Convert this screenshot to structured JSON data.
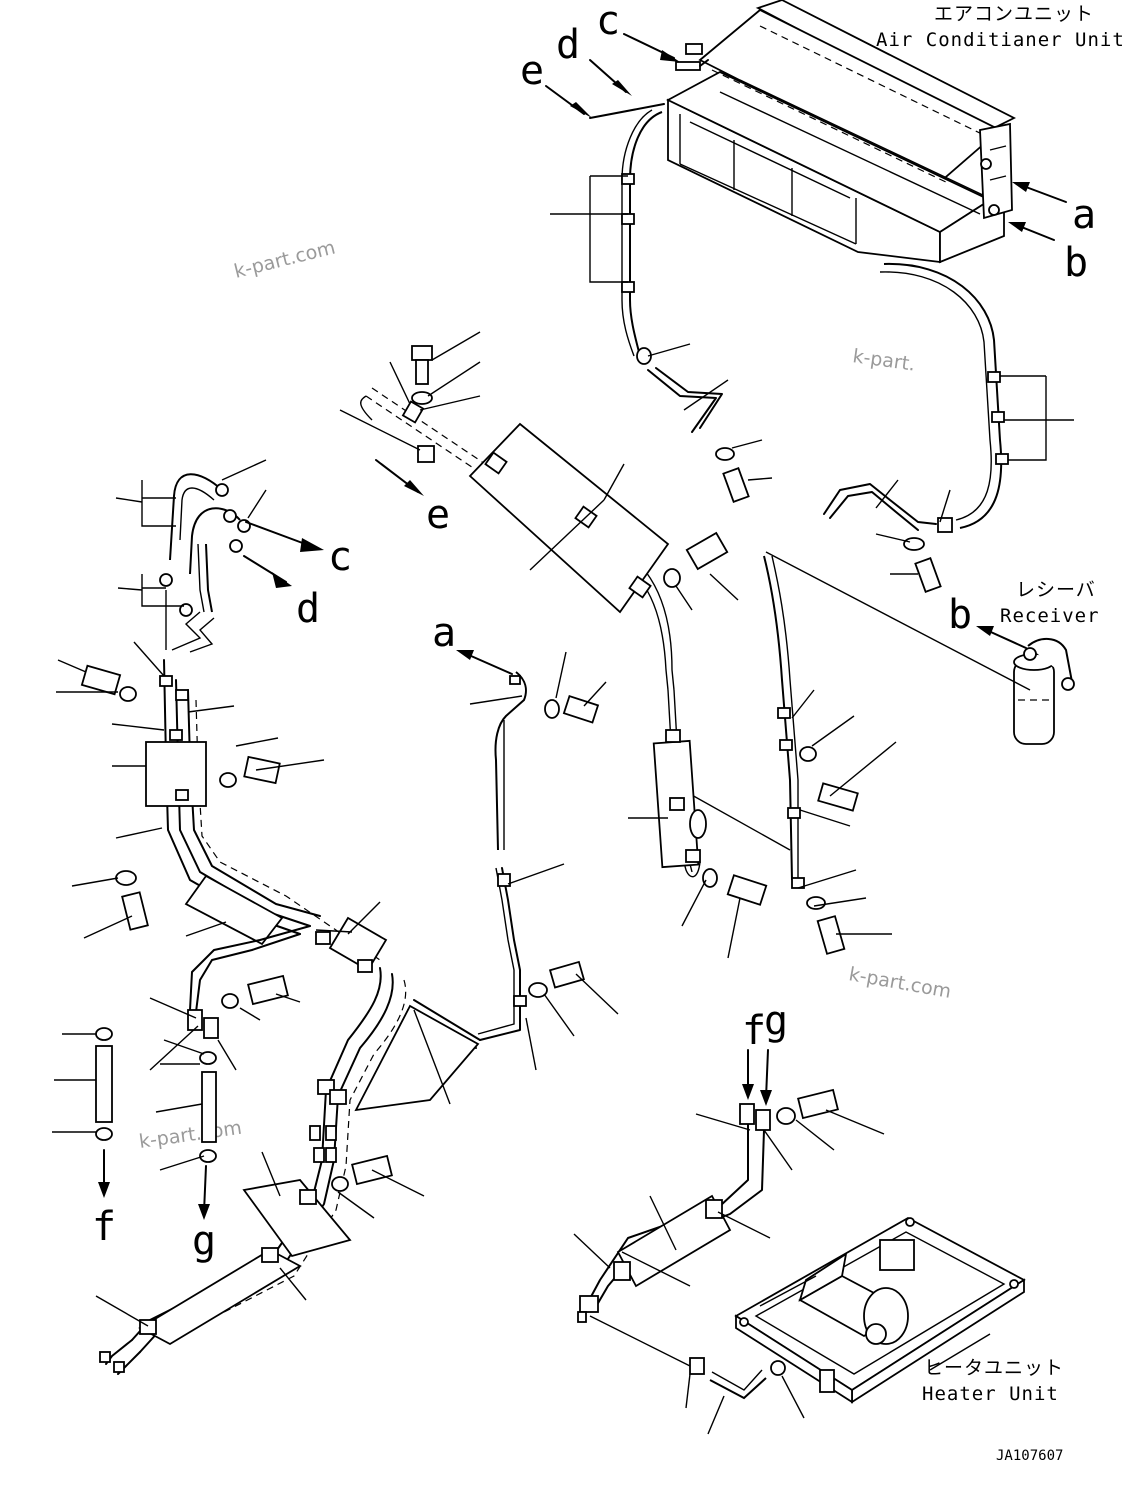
{
  "title_labels": {
    "air_conditioner_jp": "エアコンユニット",
    "air_conditioner_en": "Air Conditianer Unit",
    "receiver_jp": "レシーバ",
    "receiver_en": "Receiver",
    "heater_jp": "ヒータユニット",
    "heater_en": "Heater Unit"
  },
  "connection_letters": {
    "a": "a",
    "b": "b",
    "c": "c",
    "d": "d",
    "e": "e",
    "f": "f",
    "g": "g"
  },
  "watermark": "k-part.com",
  "drawing_code": "JA107607"
}
